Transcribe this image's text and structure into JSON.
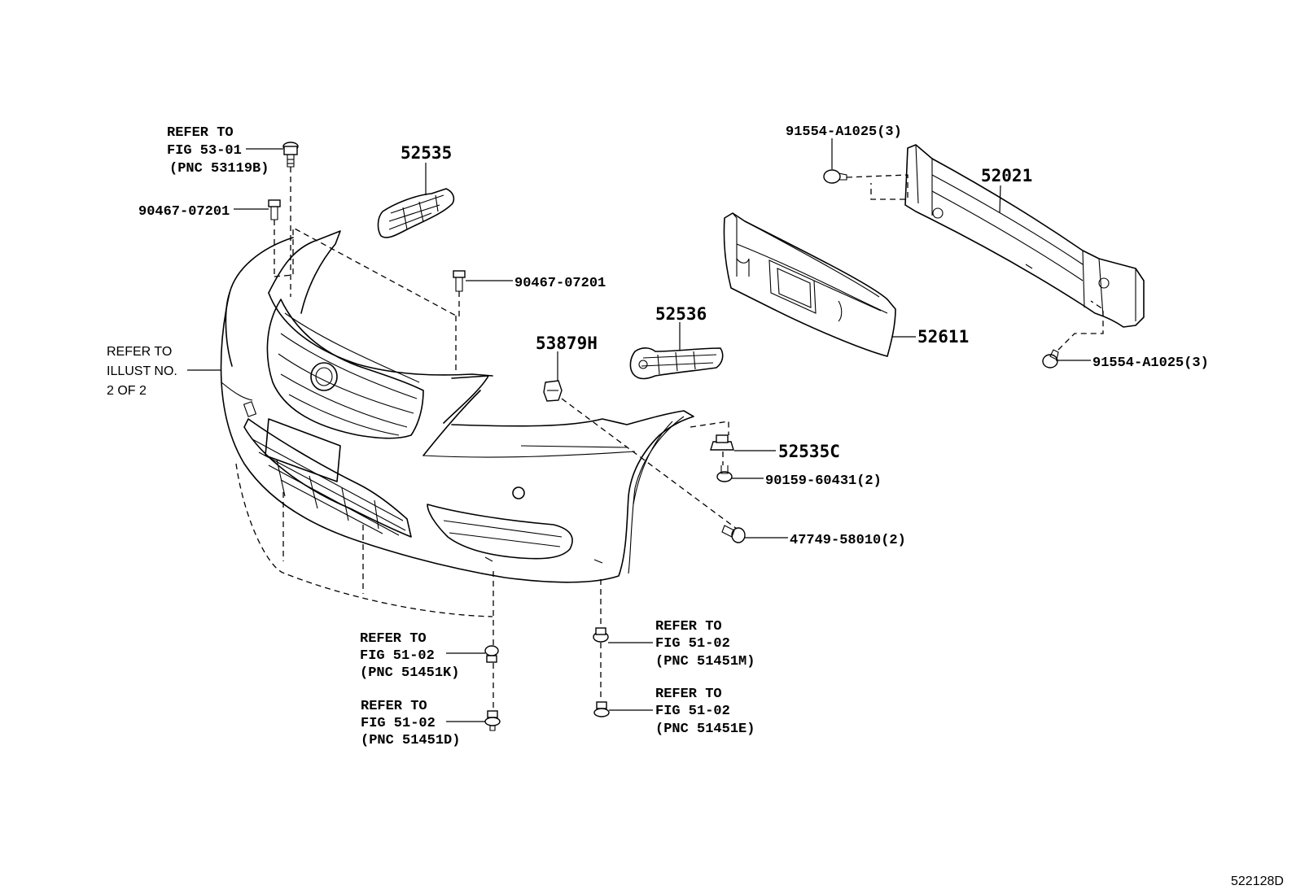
{
  "diagram_id": "522128D",
  "callouts": {
    "refer_53119b": {
      "line1": "REFER TO",
      "line2": "FIG 53-01",
      "line3": "(PNC 53119B)"
    },
    "clip_90467_left": "90467-07201",
    "bracket_52535": "52535",
    "clip_90467_center": "90467-07201",
    "refer_illust": {
      "line1": "REFER TO",
      "line2": "ILLUST NO.",
      "line3": "2 OF 2"
    },
    "bracket_52536": "52536",
    "clip_53879h": "53879H",
    "retainer_52535c": "52535C",
    "screw_90159": "90159-60431(2)",
    "screw_47749": "47749-58010(2)",
    "bolt_91554_top": "91554-A1025(3)",
    "reinforcement_52021": "52021",
    "absorber_52611": "52611",
    "bolt_91554_bottom": "91554-A1025(3)",
    "refer_51451k": {
      "line1": "REFER TO",
      "line2": "FIG 51-02",
      "line3": "(PNC 51451K)"
    },
    "refer_51451d": {
      "line1": "REFER TO",
      "line2": "FIG 51-02",
      "line3": "(PNC 51451D)"
    },
    "refer_51451m": {
      "line1": "REFER TO",
      "line2": "FIG 51-02",
      "line3": "(PNC 51451M)"
    },
    "refer_51451e": {
      "line1": "REFER TO",
      "line2": "FIG 51-02",
      "line3": "(PNC 51451E)"
    }
  }
}
